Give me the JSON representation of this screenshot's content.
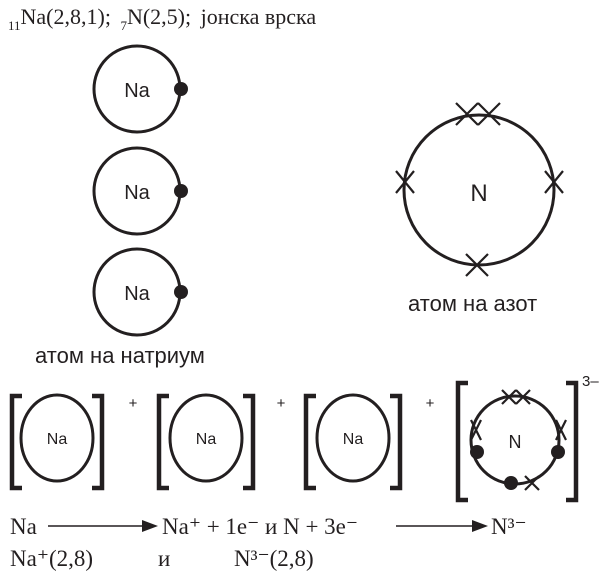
{
  "title": {
    "na_sub": "11",
    "na_config": "Na(2,8,1);",
    "n_sub": "7",
    "n_config": "N(2,5);",
    "bond": "јонска врска"
  },
  "atoms": {
    "na_symbol": "Na",
    "n_symbol": "N",
    "na_label": "атом на натриум",
    "n_label": "атом на азот"
  },
  "ions": {
    "plus": "+",
    "charge": "3–"
  },
  "equations": {
    "line1_left": "Na",
    "line1_mid": "Na⁺ + 1e⁻ и N + 3e⁻",
    "line1_right": "N³⁻",
    "line2_na": "Na⁺(2,8)",
    "line2_and": "и",
    "line2_n": "N³⁻(2,8)"
  }
}
